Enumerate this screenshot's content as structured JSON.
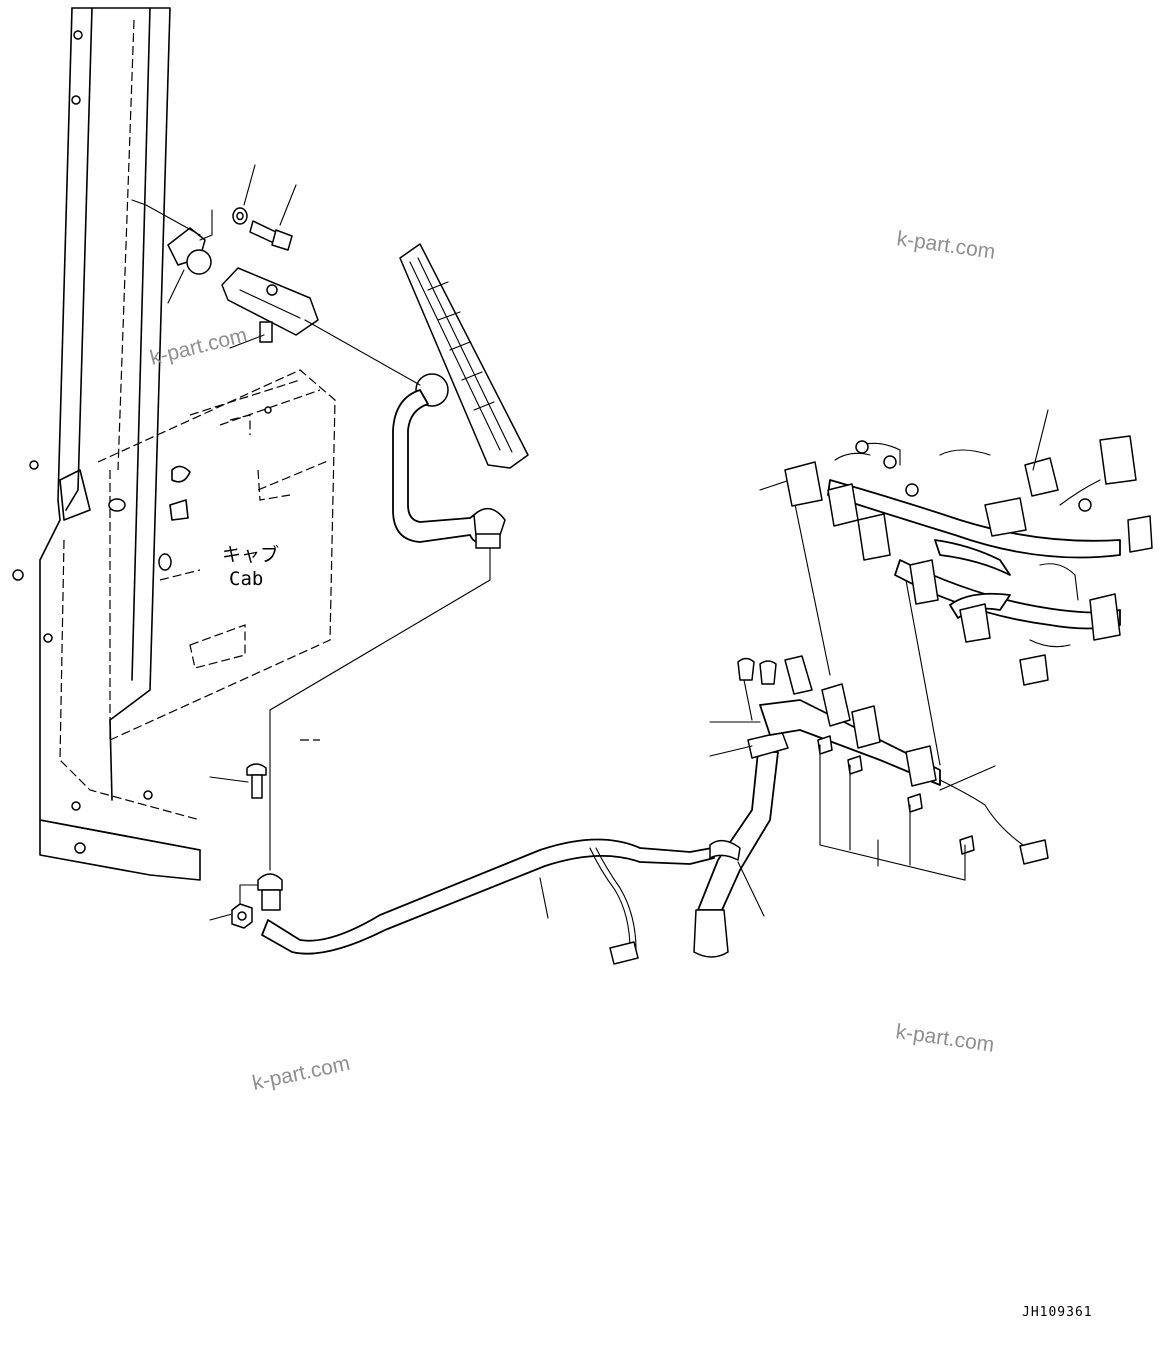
{
  "diagram": {
    "cab_label_jp": "キャブ",
    "cab_label_en": "Cab",
    "drawing_code": "JH109361",
    "watermarks": [
      "k-part.com",
      "k-part.com",
      "k-part.com",
      "k-part.com"
    ]
  }
}
